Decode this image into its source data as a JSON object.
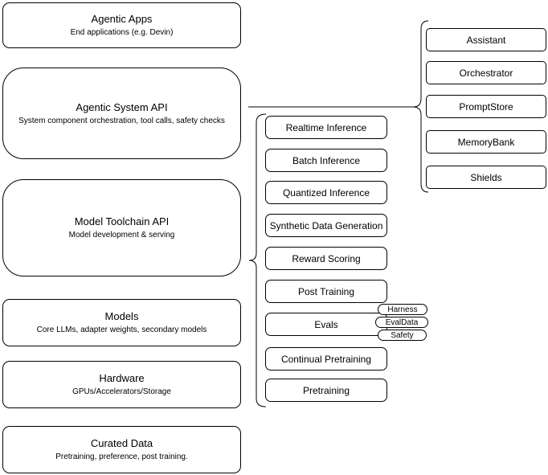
{
  "diagram": {
    "colors": {
      "stroke": "#000000",
      "fill": "#ffffff",
      "text": "#000000"
    },
    "left_stack": [
      {
        "title": "Agentic Apps",
        "subtitle": "End applications (e.g. Devin)"
      },
      {
        "title": "Agentic System API",
        "subtitle": "System component orchestration, tool calls, safety checks"
      },
      {
        "title": "Model Toolchain API",
        "subtitle": "Model development & serving"
      },
      {
        "title": "Models",
        "subtitle": "Core LLMs, adapter weights, secondary models"
      },
      {
        "title": "Hardware",
        "subtitle": "GPUs/Accelerators/Storage"
      },
      {
        "title": "Curated Data",
        "subtitle": "Pretraining, preference, post training."
      }
    ],
    "toolchain_items": [
      {
        "label": "Realtime Inference"
      },
      {
        "label": "Batch Inference"
      },
      {
        "label": "Quantized Inference"
      },
      {
        "label": "Synthetic Data Generation"
      },
      {
        "label": "Reward Scoring"
      },
      {
        "label": "Post Training"
      },
      {
        "label": "Evals"
      },
      {
        "label": "Continual Pretraining"
      },
      {
        "label": "Pretraining"
      }
    ],
    "evals_tags": [
      {
        "label": "Harness"
      },
      {
        "label": "EvalData"
      },
      {
        "label": "Safety"
      }
    ],
    "system_components": [
      {
        "label": "Assistant"
      },
      {
        "label": "Orchestrator"
      },
      {
        "label": "PromptStore"
      },
      {
        "label": "MemoryBank"
      },
      {
        "label": "Shields"
      }
    ]
  }
}
